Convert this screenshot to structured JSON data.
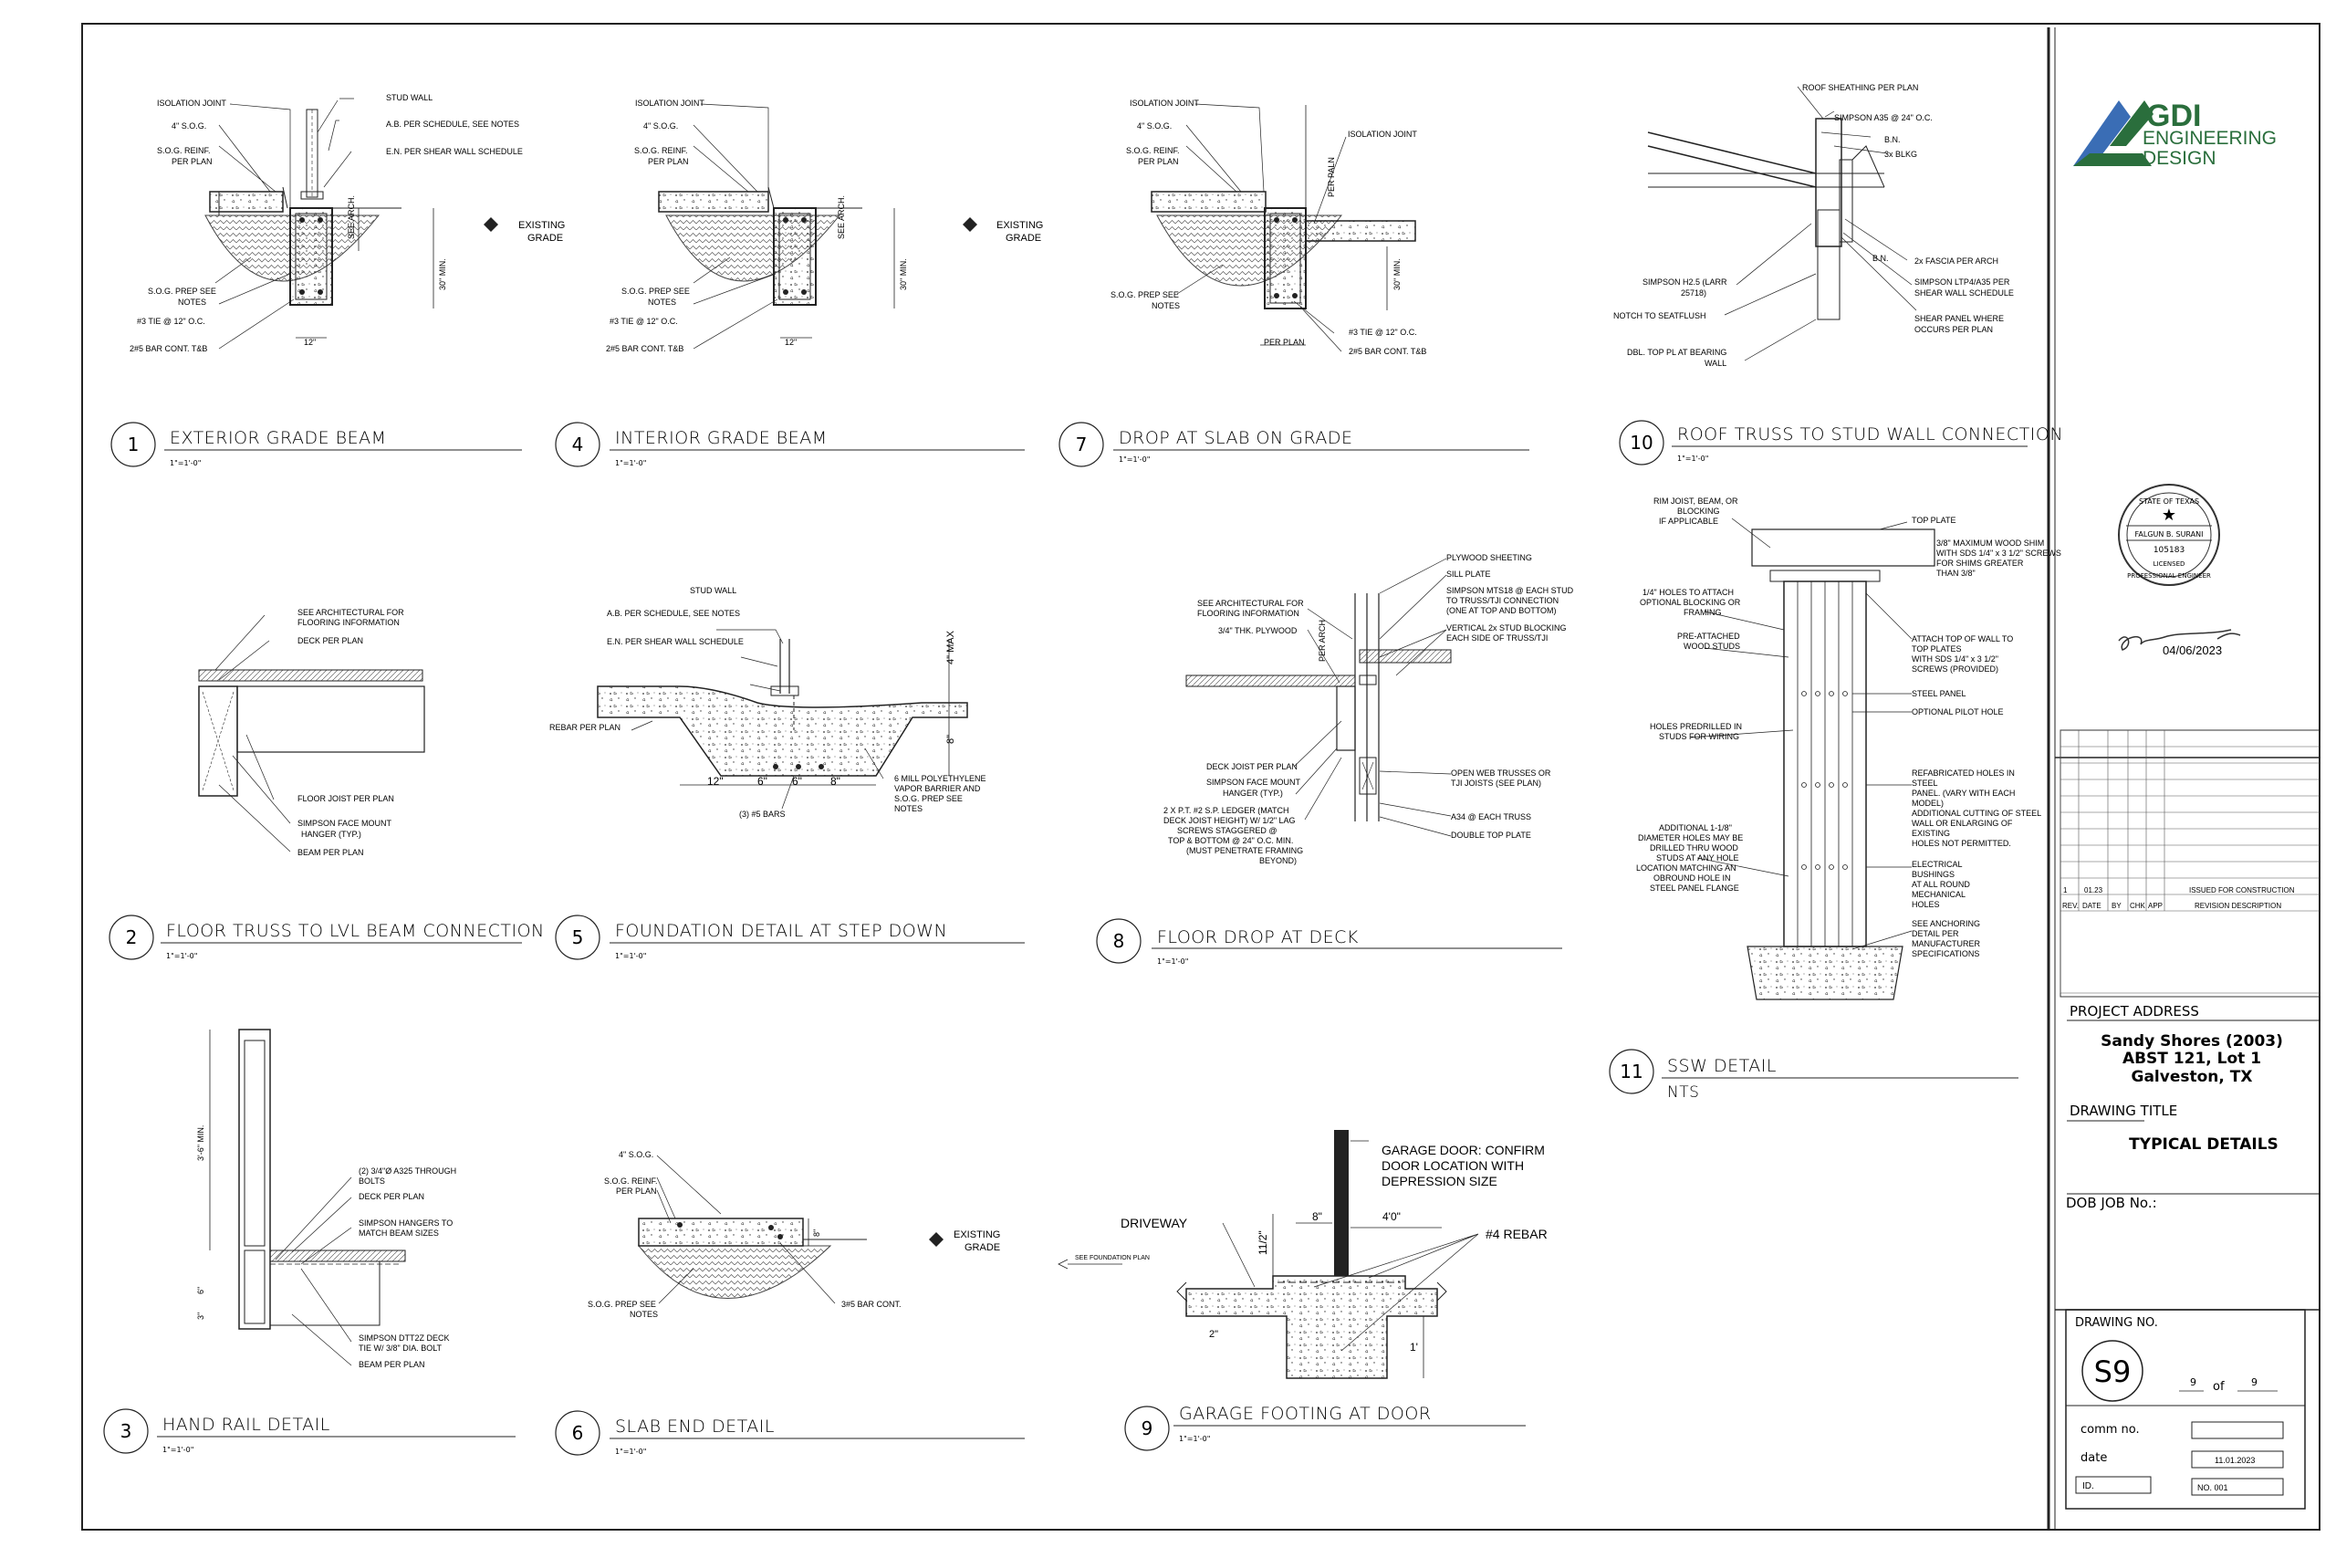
{
  "company": {
    "line1": "GDI",
    "line2": "ENGINEERING",
    "line3": "DESIGN",
    "brand_color": "#2a6e3c",
    "accent_color": "#3a6db5"
  },
  "seal": {
    "top_text": "STATE OF TEXAS",
    "name": "FALGUN B. SURANI",
    "license_no": "105183",
    "licensed": "LICENSED",
    "bottom_text": "PROFESSIONAL ENGINEER",
    "date": "04/06/2023"
  },
  "revisions": {
    "row": {
      "rev": "1",
      "date": "01.23",
      "by": "",
      "chk": "",
      "app": "",
      "description": "ISSUED FOR CONSTRUCTION"
    },
    "headers": [
      "REV.",
      "DATE",
      "BY",
      "CHK",
      "APP",
      "REVISION DESCRIPTION"
    ]
  },
  "project": {
    "label": "PROJECT ADDRESS",
    "line1": "Sandy Shores (2003)",
    "line2": "ABST 121, Lot 1",
    "line3": "Galveston, TX"
  },
  "drawing_title": {
    "label": "DRAWING TITLE",
    "value": "TYPICAL DETAILS"
  },
  "dob": {
    "label": "DOB JOB No.:"
  },
  "drawing_no": {
    "label": "DRAWING NO.",
    "value": "S9",
    "page": "9",
    "of_label": "of",
    "total": "9"
  },
  "comm": {
    "label": "comm no.",
    "value": ""
  },
  "date_field": {
    "label": "date",
    "value": "11.01.2023"
  },
  "id_field": {
    "label": "ID.",
    "value": "NO. 001"
  },
  "details": [
    {
      "num": "1",
      "title": "EXTERIOR GRADE BEAM",
      "scale": "1\"=1'-0\""
    },
    {
      "num": "4",
      "title": "INTERIOR GRADE BEAM",
      "scale": "1\"=1'-0\""
    },
    {
      "num": "7",
      "title": "DROP AT SLAB ON GRADE",
      "scale": "1\"=1'-0\""
    },
    {
      "num": "10",
      "title": "ROOF TRUSS TO STUD WALL CONNECTION",
      "scale": "1\"=1'-0\""
    },
    {
      "num": "2",
      "title": "FLOOR TRUSS TO LVL BEAM CONNECTION",
      "scale": "1\"=1'-0\""
    },
    {
      "num": "5",
      "title": "FOUNDATION DETAIL AT STEP DOWN",
      "scale": "1\"=1'-0\""
    },
    {
      "num": "8",
      "title": "FLOOR DROP AT DECK",
      "scale": "1\"=1'-0\""
    },
    {
      "num": "11",
      "title": "SSW DETAIL",
      "scale": "NTS"
    },
    {
      "num": "3",
      "title": "HAND RAIL DETAIL",
      "scale": "1\"=1'-0\""
    },
    {
      "num": "6",
      "title": "SLAB END DETAIL",
      "scale": "1\"=1'-0\""
    },
    {
      "num": "9",
      "title": "GARAGE FOOTING AT DOOR",
      "scale": "1\"=1'-0\""
    }
  ],
  "notes": {
    "d1": [
      "ISOLATION JOINT",
      "4\" S.O.G.",
      "S.O.G. REINF.",
      "PER PLAN",
      "STUD WALL",
      "A.B. PER SCHEDULE, SEE NOTES",
      "E.N. PER SHEAR WALL SCHEDULE",
      "S.O.G. PREP SEE",
      "NOTES",
      "#3 TIE @ 12\" O.C.",
      "2#5 BAR CONT. T&B",
      "12\"",
      "30\" MIN.",
      "SEE ARCH.",
      "EXISTING",
      "GRADE"
    ],
    "d4": [
      "ISOLATION JOINT",
      "4\" S.O.G.",
      "S.O.G. REINF.",
      "PER PLAN",
      "S.O.G. PREP SEE",
      "NOTES",
      "#3 TIE @ 12\" O.C.",
      "2#5 BAR CONT. T&B",
      "12\"",
      "30\" MIN.",
      "SEE ARCH.",
      "EXISTING",
      "GRADE"
    ],
    "d7": [
      "ISOLATION JOINT",
      "4\" S.O.G.",
      "S.O.G. REINF.",
      "PER PLAN",
      "ISOLATION JOINT",
      "PER PALN",
      "S.O.G. PREP SEE",
      "NOTES",
      "#3 TIE @ 12\" O.C.",
      "2#5 BAR CONT. T&B",
      "PER PLAN",
      "30\" MIN."
    ],
    "d10": [
      "ROOF SHEATHING PER PLAN",
      "SIMPSON A35 @ 24\" O.C.",
      "B.N.",
      "3x BLKG",
      "2x FASCIA PER ARCH",
      "B.N.",
      "SIMPSON H2.5 (LARR",
      "25718)",
      "SIMPSON LTP4/A35 PER",
      "SHEAR WALL SCHEDULE",
      "NOTCH TO SEATFLUSH",
      "SHEAR PANEL WHERE",
      "OCCURS PER PLAN",
      "DBL. TOP PL AT BEARING",
      "WALL"
    ],
    "d2": [
      "SEE ARCHITECTURAL FOR",
      "FLOORING INFORMATION",
      "DECK PER PLAN",
      "FLOOR JOIST PER PLAN",
      "SIMPSON FACE MOUNT",
      "HANGER (TYP.)",
      "BEAM PER PLAN"
    ],
    "d5": [
      "STUD WALL",
      "A.B. PER SCHEDULE, SEE NOTES",
      "E.N. PER SHEAR WALL SCHEDULE",
      "REBAR PER PLAN",
      "4\" MAX",
      "8\"",
      "12\"",
      "6\"",
      "6\"",
      "8\"",
      "(3) #5 BARS",
      "6 MILL POLYETHYLENE",
      "VAPOR BARRIER AND",
      "S.O.G. PREP SEE",
      "NOTES"
    ],
    "d8": [
      "PLYWOOD SHEETING",
      "SILL PLATE",
      "SIMPSON MTS18 @ EACH STUD",
      "TO TRUSS/TJI CONNECTION",
      "(ONE AT TOP AND BOTTOM)",
      "VERTICAL 2x STUD BLOCKING",
      "EACH SIDE OF TRUSS/TJI",
      "SEE ARCHITECTURAL FOR",
      "FLOORING INFORMATION",
      "3/4\" THK. PLYWOOD",
      "PER ARCH",
      "DECK JOIST PER PLAN",
      "SIMPSON FACE MOUNT",
      "HANGER (TYP.)",
      "2 X P.T. #2 S.P. LEDGER (MATCH",
      "DECK JOIST HEIGHT) W/ 1/2\" LAG",
      "SCREWS STAGGERED @",
      "TOP & BOTTOM @ 24\" O.C. MIN.",
      "(MUST PENETRATE FRAMING",
      "BEYOND)",
      "OPEN WEB TRUSSES OR",
      "TJI JOISTS (SEE PLAN)",
      "A34 @ EACH TRUSS",
      "DOUBLE TOP PLATE"
    ],
    "d11": [
      "RIM JOIST, BEAM, OR",
      "BLOCKING",
      "IF APPLICABLE",
      "TOP PLATE",
      "3/8\" MAXIMUM WOOD SHIM",
      "WITH SDS 1/4\" x 3 1/2\" SCREWS",
      "FOR SHIMS GREATER",
      "THAN 3/8\"",
      "1/4\" HOLES TO ATTACH",
      "OPTIONAL BLOCKING OR",
      "FRAMING",
      "PRE-ATTACHED",
      "WOOD STUDS",
      "ATTACH TOP OF WALL TO",
      "TOP PLATES",
      "WITH SDS 1/4\" x 3 1/2\"",
      "SCREWS (PROVIDED)",
      "STEEL PANEL",
      "OPTIONAL PILOT HOLE",
      "HOLES PREDRILLED IN",
      "STUDS FOR WIRING",
      "REFABRICATED HOLES IN",
      "STEEL",
      "PANEL. (VARY WITH EACH",
      "MODEL)",
      "ADDITIONAL CUTTING OF STEEL",
      "WALL OR ENLARGING OF",
      "EXISTING",
      "HOLES NOT PERMITTED.",
      "ADDITIONAL 1-1/8\"",
      "DIAMETER HOLES MAY BE",
      "DRILLED THRU WOOD",
      "STUDS AT ANY HOLE",
      "LOCATION MATCHING AN",
      "OBROUND HOLE IN",
      "STEEL PANEL FLANGE",
      "ELECTRICAL",
      "BUSHINGS",
      "AT ALL ROUND",
      "MECHANICAL",
      "HOLES",
      "SEE ANCHORING",
      "DETAIL PER",
      "MANUFACTURER",
      "SPECIFICATIONS"
    ],
    "d3": [
      "3'-6\" MIN.",
      "(2) 3/4\"Ø A325 THROUGH",
      "BOLTS",
      "DECK PER PLAN",
      "SIMPSON HANGERS TO",
      "MATCH BEAM SIZES",
      "SIMPSON DTT2Z DECK",
      "TIE W/ 3/8\" DIA. BOLT",
      "BEAM PER PLAN",
      "6\"",
      "3\""
    ],
    "d6": [
      "4\" S.O.G.",
      "S.O.G. REINF.",
      "PER PLAN",
      "S.O.G. PREP SEE",
      "NOTES",
      "3#5 BAR CONT.",
      "EXISTING",
      "GRADE",
      "8\""
    ],
    "d9": [
      "GARAGE DOOR: CONFIRM",
      "DOOR LOCATION WITH",
      "DEPRESSION SIZE",
      "DRIVEWAY",
      "8\"",
      "4'0\"",
      "#4 REBAR",
      "11/2\"",
      "SEE FOUNDATION PLAN",
      "1'",
      "2\""
    ]
  }
}
